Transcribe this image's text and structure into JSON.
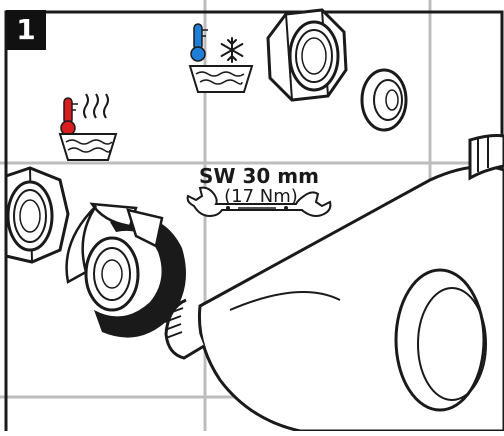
{
  "step": {
    "number": "1"
  },
  "wrench": {
    "size_label": "SW 30 mm",
    "torque_label": "(17 Nm)"
  },
  "icons": {
    "hot": "hot-water-thermometer-icon",
    "cold": "cold-water-snowflake-icon",
    "wrench": "open-end-wrench-icon",
    "tape": "sealing-tape-icon"
  },
  "colors": {
    "outline": "#1a1a1a",
    "tile_grid": "#bdbdbd",
    "hot": "#d81e1e",
    "cold": "#1e7fd8",
    "fill": "#ffffff",
    "shade": "#e9e9e9"
  }
}
